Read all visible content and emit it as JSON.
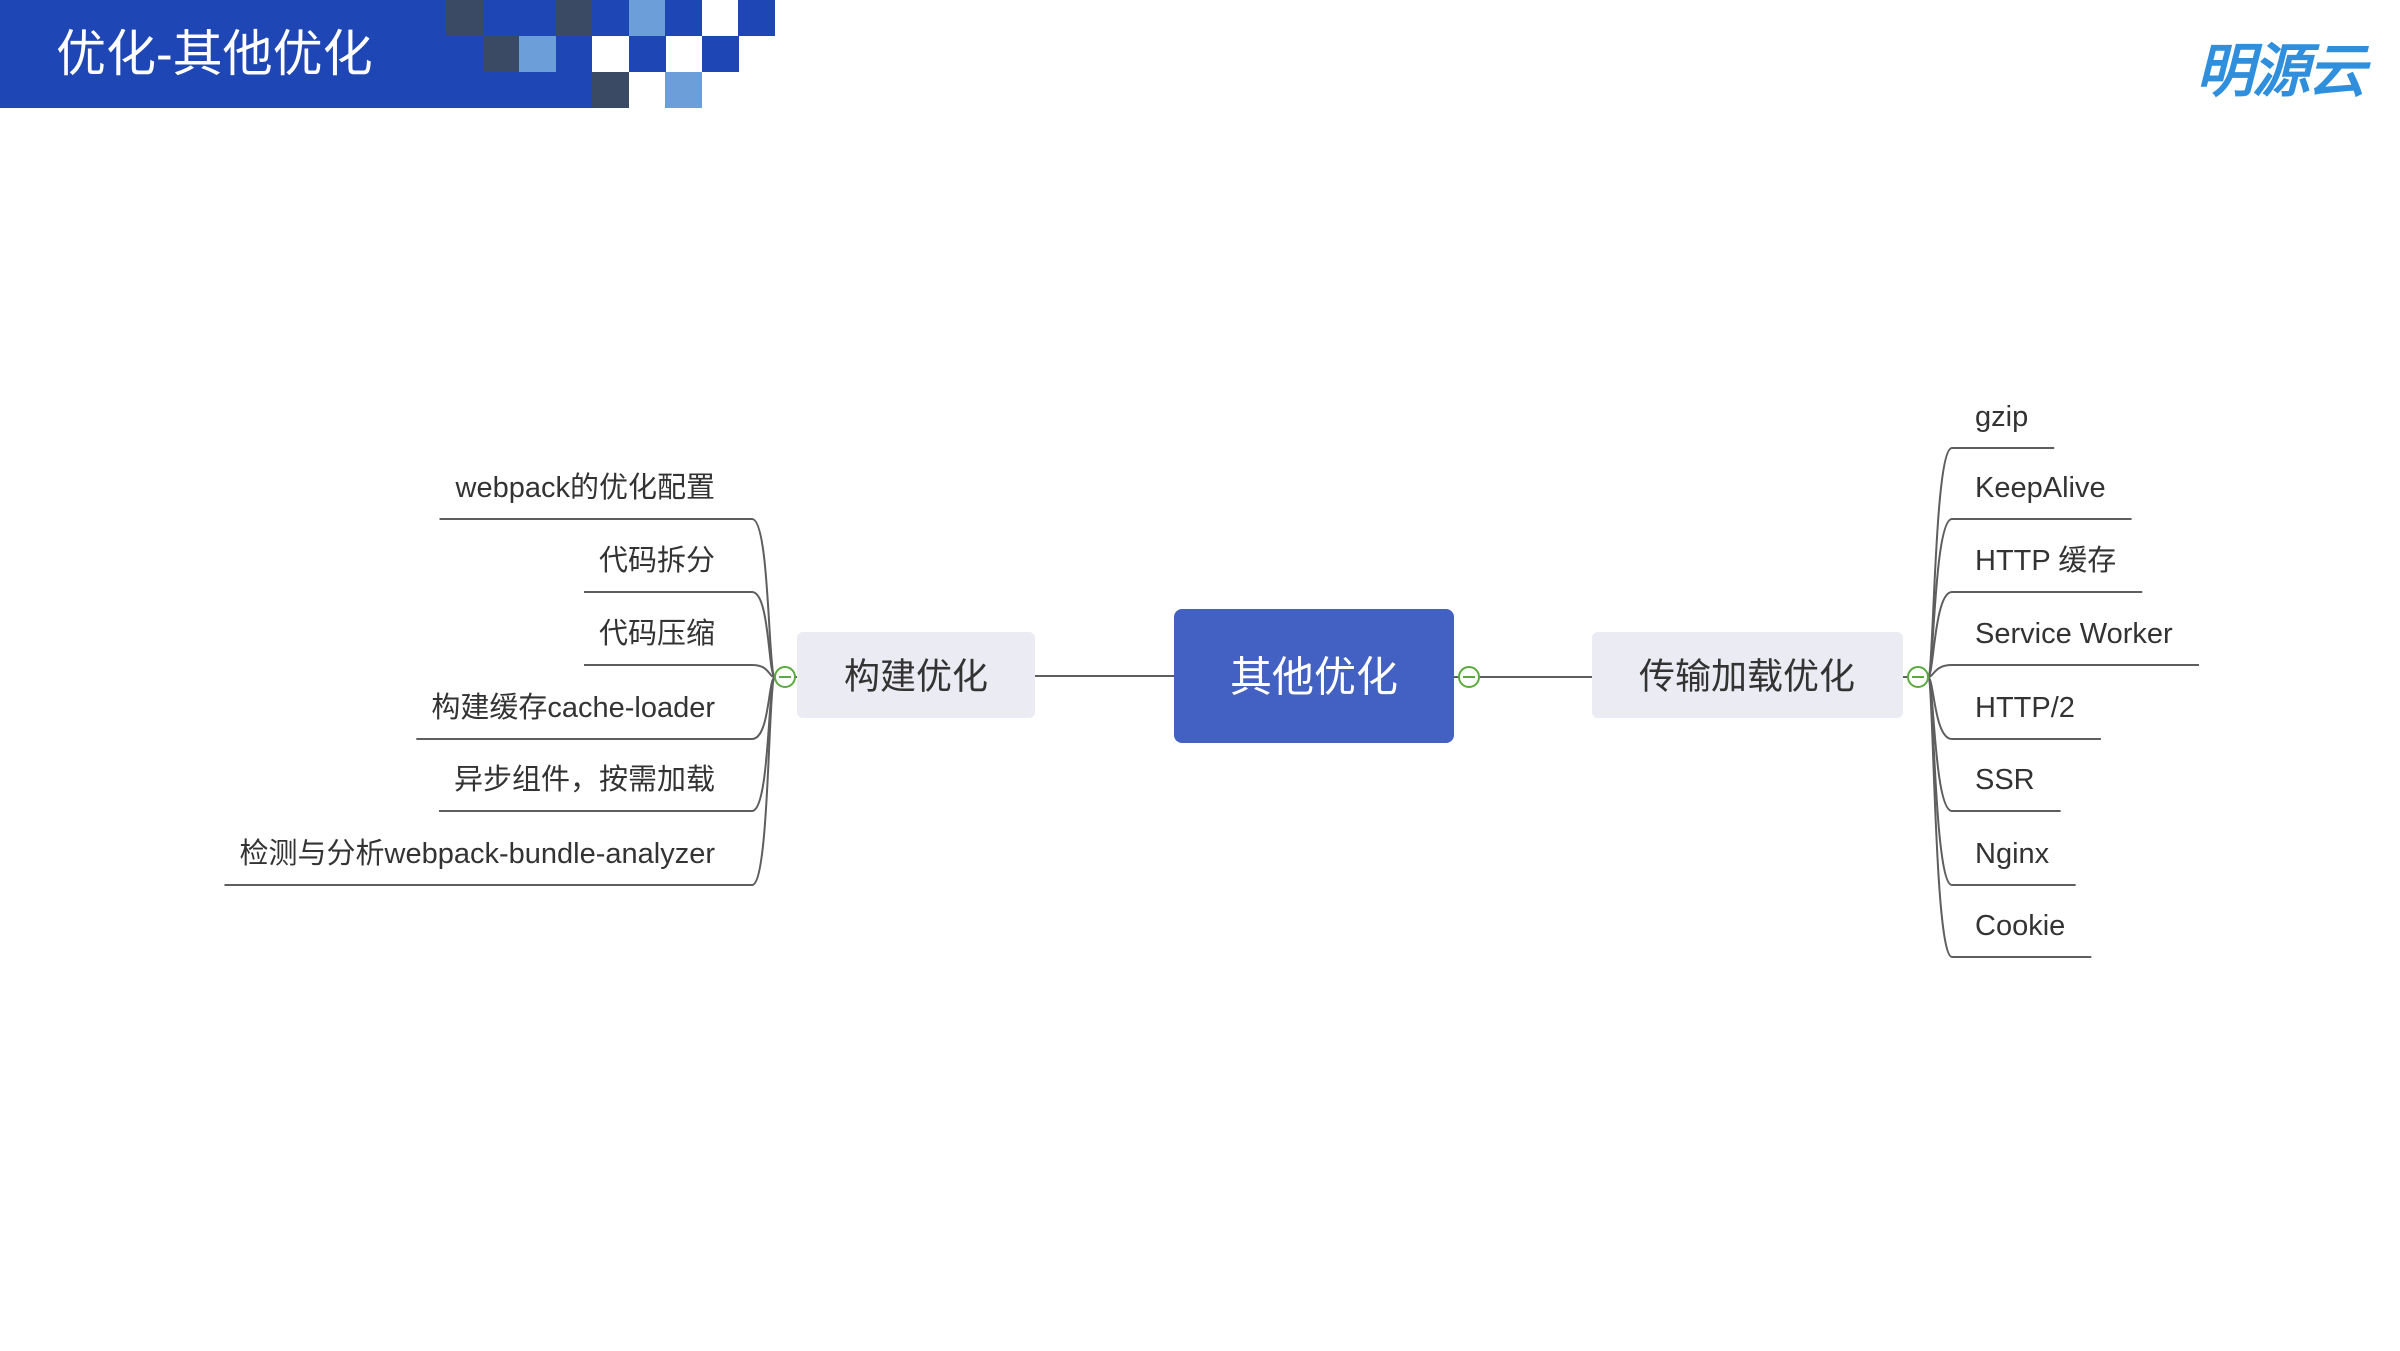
{
  "header": {
    "title": "优化-其他优化"
  },
  "logo": {
    "text": "明源云"
  },
  "colors": {
    "header": "#1e46b4",
    "root_node": "#4361c2",
    "branch_node": "#ebebf3",
    "toggle": "#5aab3e"
  },
  "icons": {
    "toggle": "minus-circle-icon"
  },
  "mindmap": {
    "root": "其他优化",
    "left": {
      "label": "构建优化",
      "children": [
        "webpack的优化配置",
        "代码拆分",
        "代码压缩",
        "构建缓存cache-loader",
        "异步组件，按需加载",
        "检测与分析webpack-bundle-analyzer"
      ]
    },
    "right": {
      "label": "传输加载优化",
      "children": [
        "gzip",
        "KeepAlive",
        "HTTP 缓存",
        "Service Worker",
        "HTTP/2",
        "SSR",
        "Nginx",
        "Cookie"
      ]
    }
  }
}
